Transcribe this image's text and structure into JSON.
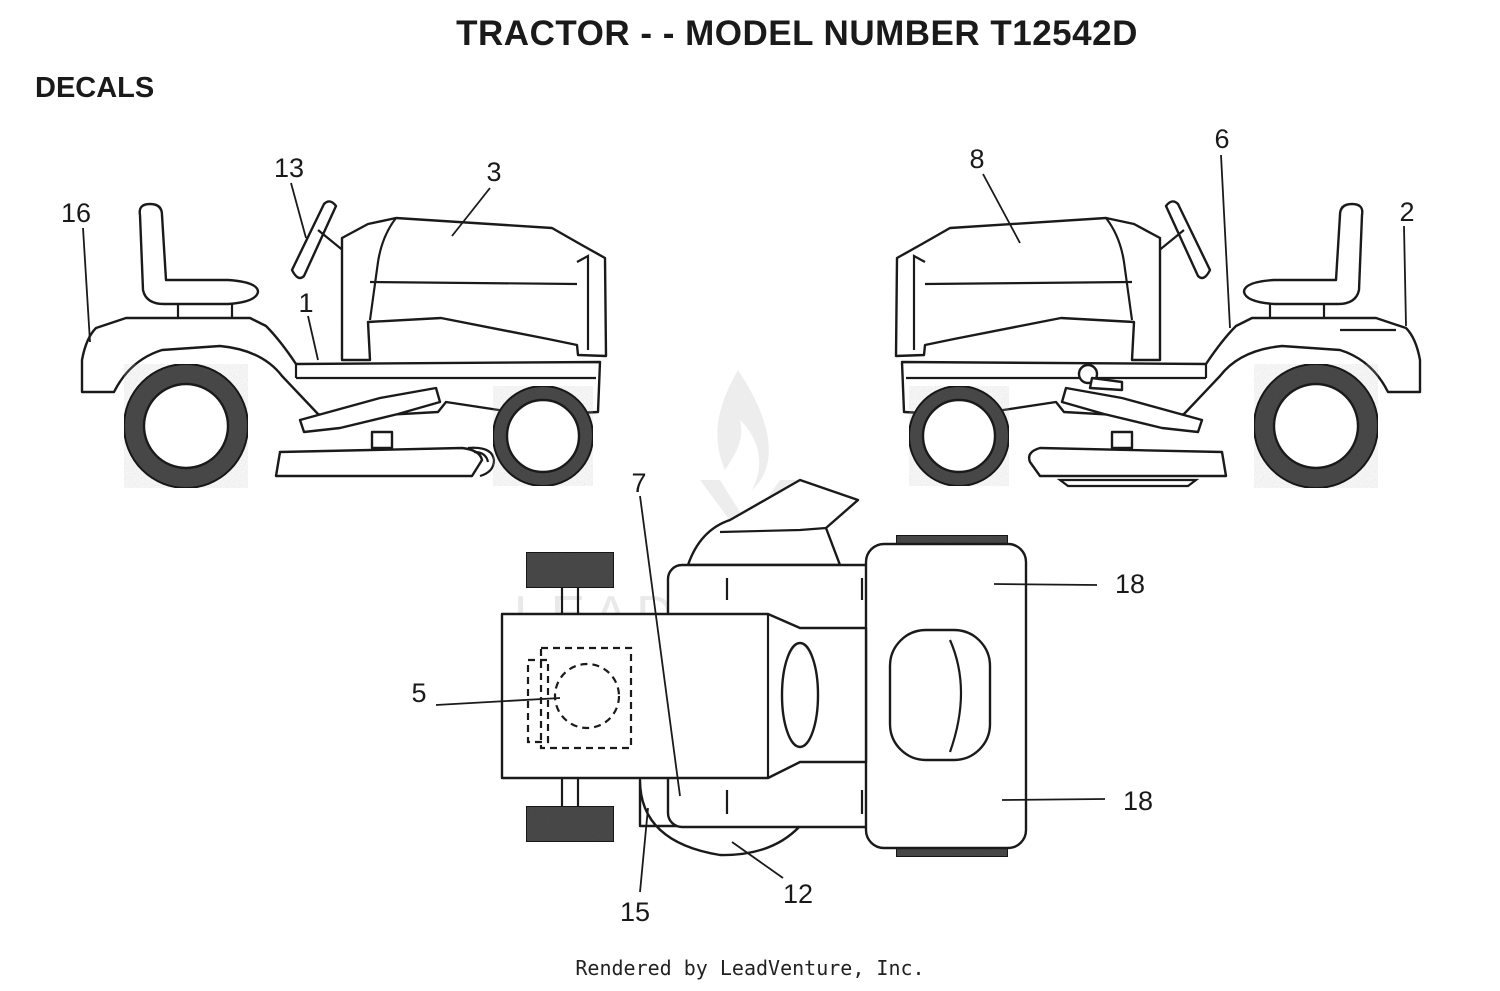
{
  "title": "TRACTOR - - MODEL NUMBER T12542D",
  "section": "DECALS",
  "footer": "Rendered by LeadVenture, Inc.",
  "watermark": "LEADVENTURE",
  "callouts": {
    "c16": "16",
    "c13": "13",
    "c3": "3",
    "c1": "1",
    "c8": "8",
    "c6": "6",
    "c2": "2",
    "c7": "7",
    "c5": "5",
    "c18a": "18",
    "c18b": "18",
    "c15": "15",
    "c12": "12"
  }
}
